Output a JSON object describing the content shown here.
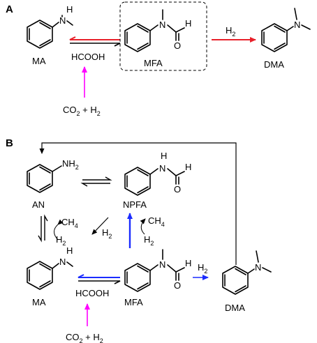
{
  "panels": {
    "a": "A",
    "b": "B"
  },
  "panel_a": {
    "ma": "MA",
    "hcooh": "HCOOH",
    "mfa": "MFA",
    "dma": "DMA",
    "co2_h2": {
      "main": "CO",
      "sub": "2",
      "rest": " + H",
      "sub2": "2"
    },
    "h2_over_arrow": {
      "main": "H",
      "sub": "2"
    }
  },
  "panel_b": {
    "an": "AN",
    "npfa": "NPFA",
    "ma": "MA",
    "hcooh": "HCOOH",
    "mfa": "MFA",
    "dma": "DMA",
    "ch4_left": {
      "main": "CH",
      "sub": "4"
    },
    "h2_left": {
      "main": "H",
      "sub": "2"
    },
    "h2_mid": {
      "main": "H",
      "sub": "2"
    },
    "ch4_right": {
      "main": "CH",
      "sub": "4"
    },
    "h2_right": {
      "main": "H",
      "sub": "2"
    },
    "h2_to_dma": {
      "main": "H",
      "sub": "2"
    },
    "co2_h2": {
      "main": "CO",
      "sub": "2",
      "rest": " + H",
      "sub2": "2"
    }
  },
  "atoms": {
    "N": "N",
    "H": "H",
    "O": "O",
    "NH2": {
      "main": "NH",
      "sub": "2"
    }
  },
  "colors": {
    "red": "#e8202a",
    "magenta": "#ff00ff",
    "blue": "#1a2bff",
    "black": "#000000"
  }
}
